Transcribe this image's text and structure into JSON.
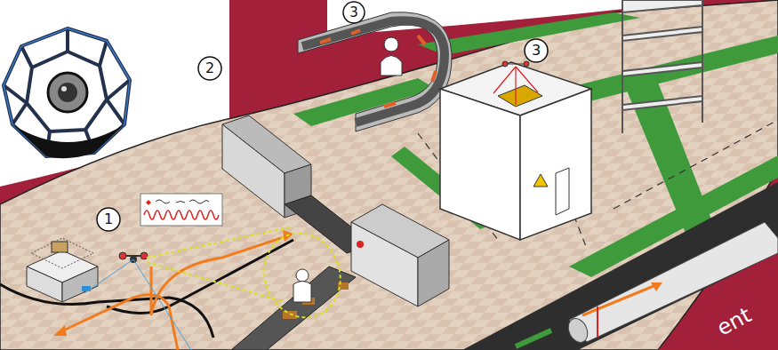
{
  "diagram": {
    "labels": [
      "3",
      "2",
      "3",
      "1",
      "ent"
    ]
  }
}
